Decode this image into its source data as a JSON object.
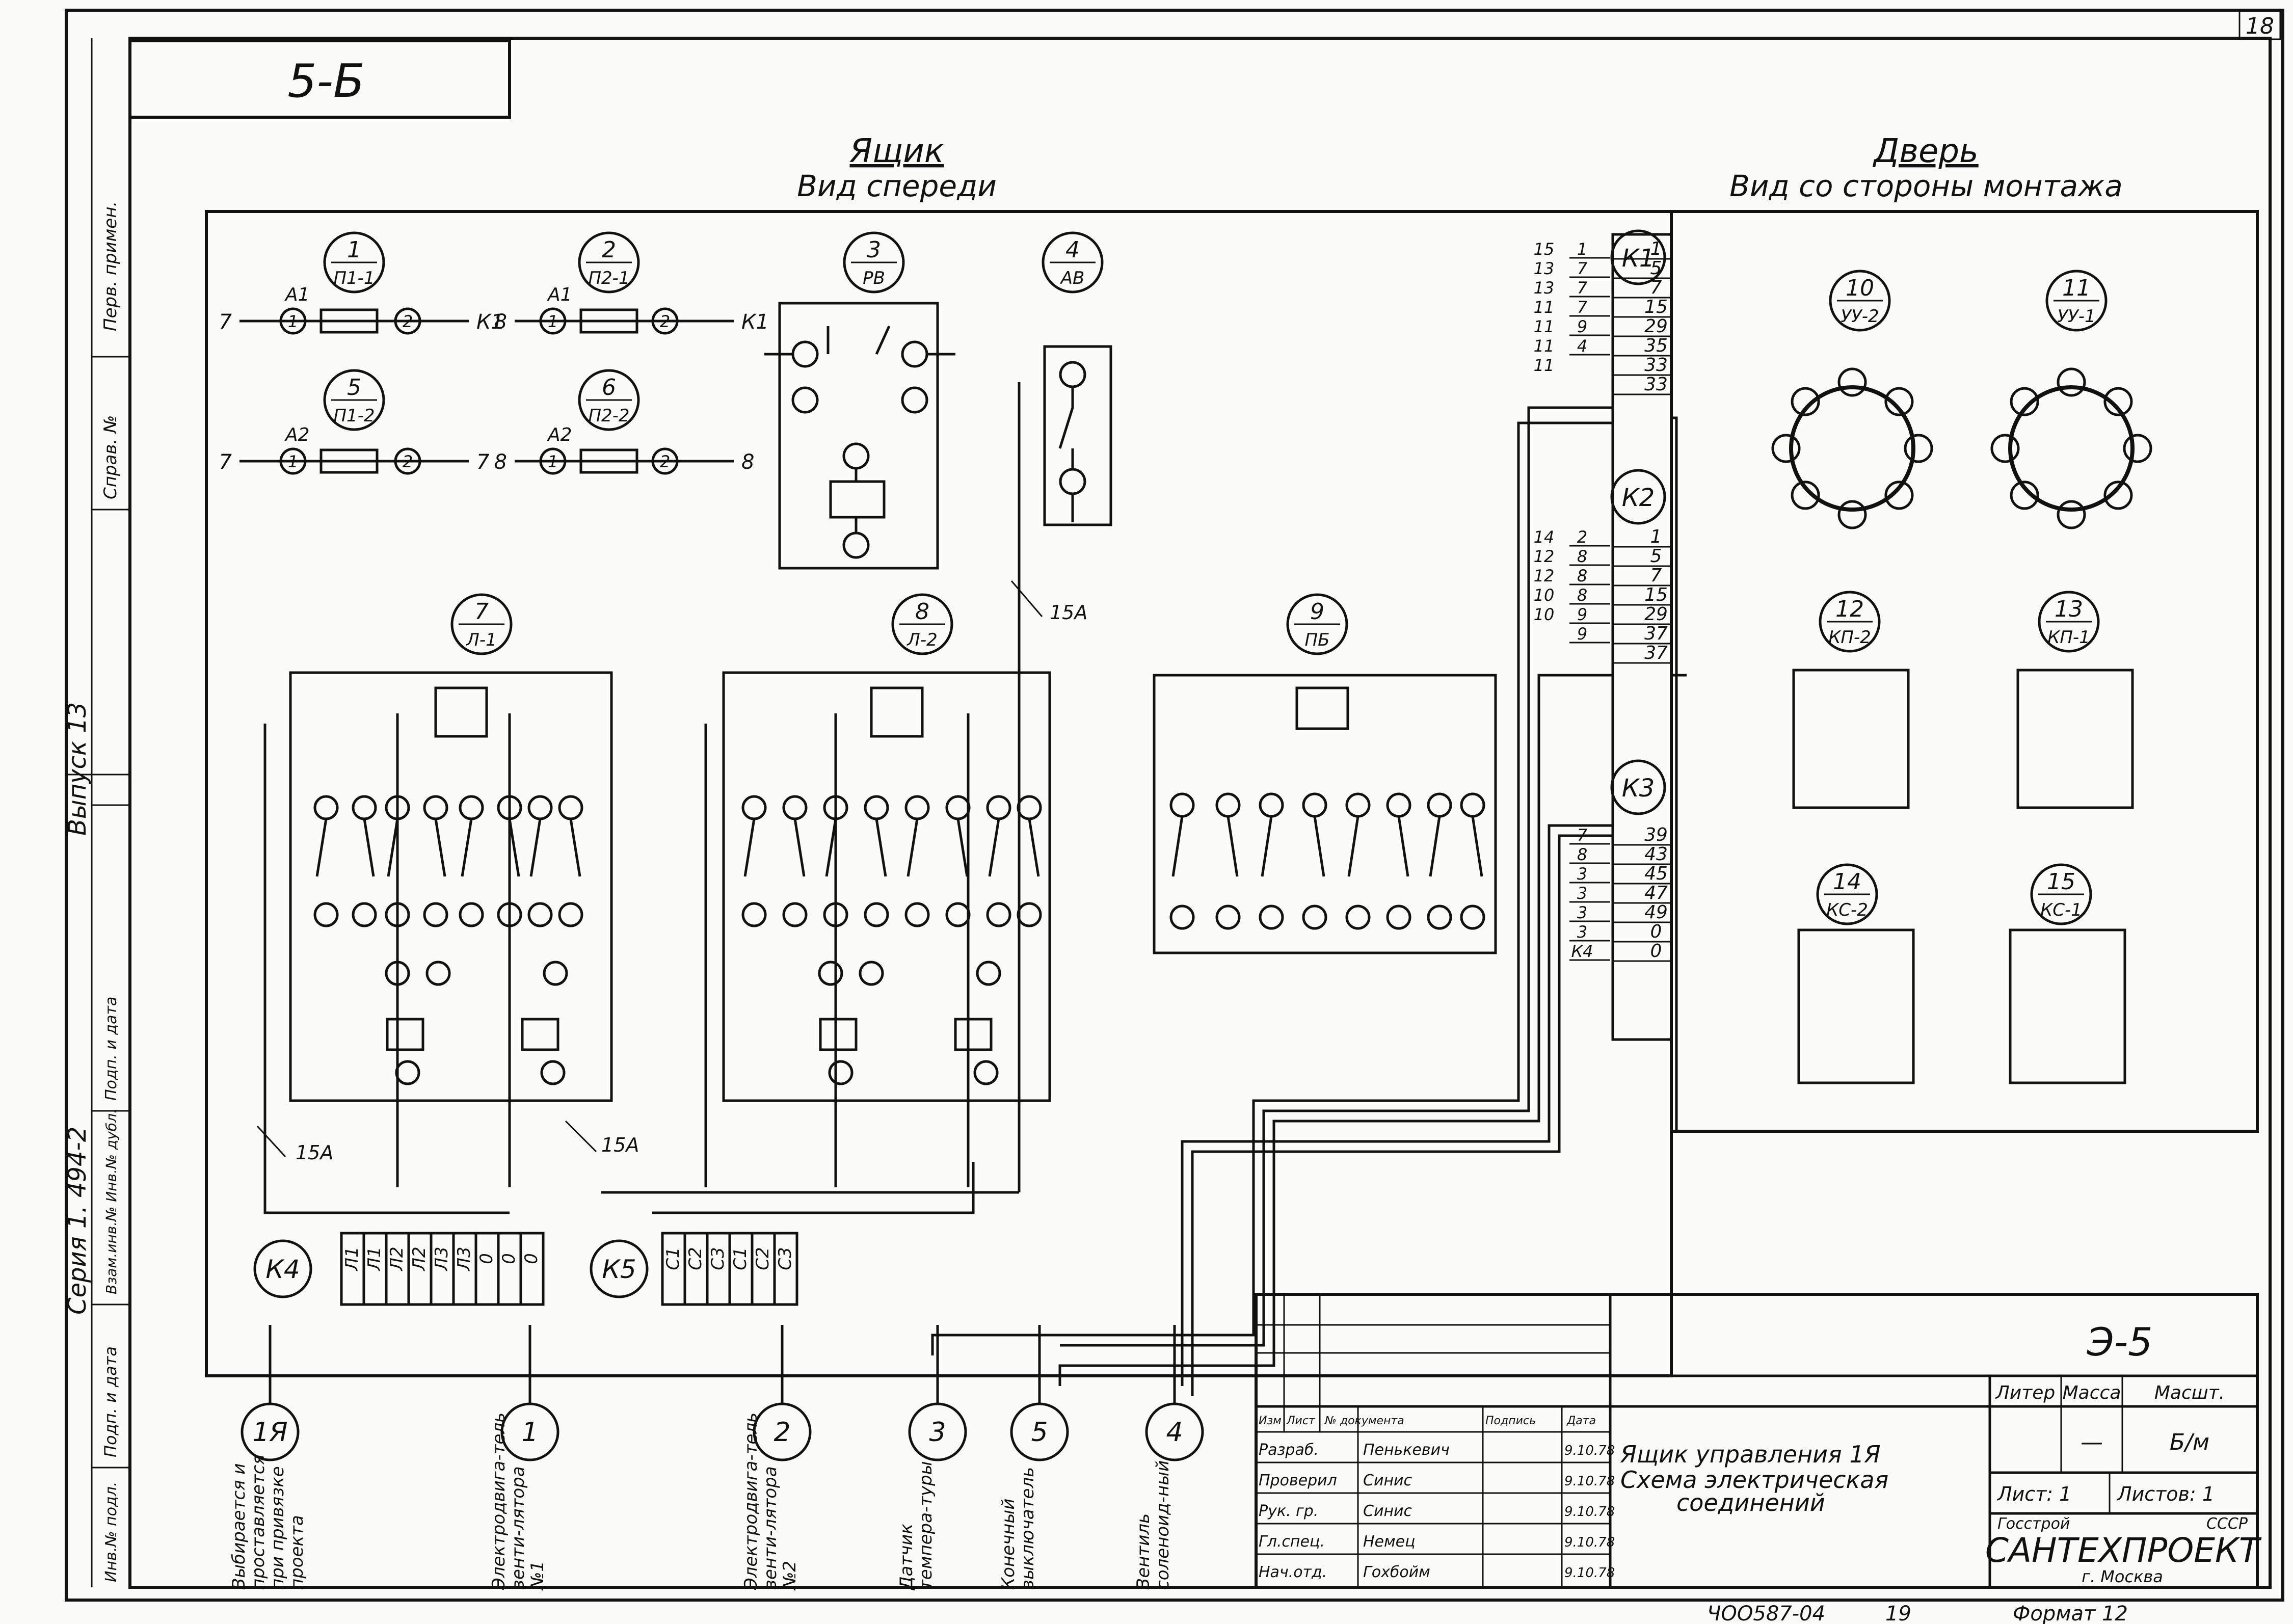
{
  "sheet": {
    "corner_number": "18",
    "stamp_code": "5-Б",
    "issue": "Выпуск 13",
    "series": "Серия 1. 494-2",
    "bottom_code": "ЧОО587-04",
    "bottom_sheet": "19",
    "format": "Формат 12"
  },
  "left_strip": {
    "cells": [
      "Перв. примен.",
      "Справ. №",
      "Подп. и дата",
      "Взам.инв.№ Инв.№ дубл.",
      "Подп. и дата",
      "Инв.№ подл."
    ]
  },
  "box_view": {
    "title": "Ящик",
    "subtitle": "Вид спереди"
  },
  "door_view": {
    "title": "Дверь",
    "subtitle": "Вид со стороны монтажа"
  },
  "devices": [
    {
      "num": "1",
      "code": "П1-1"
    },
    {
      "num": "2",
      "code": "П2-1"
    },
    {
      "num": "3",
      "code": "РВ"
    },
    {
      "num": "4",
      "code": "АВ"
    },
    {
      "num": "5",
      "code": "П1-2"
    },
    {
      "num": "6",
      "code": "П2-2"
    },
    {
      "num": "7",
      "code": "Л-1"
    },
    {
      "num": "8",
      "code": "Л-2"
    },
    {
      "num": "9",
      "code": "ПБ"
    },
    {
      "num": "10",
      "code": "УУ-2"
    },
    {
      "num": "11",
      "code": "УУ-1"
    },
    {
      "num": "12",
      "code": "КП-2"
    },
    {
      "num": "13",
      "code": "КП-1"
    },
    {
      "num": "14",
      "code": "КС-2"
    },
    {
      "num": "15",
      "code": "КС-1"
    }
  ],
  "fuse_labels": {
    "f1": [
      "7",
      "А1",
      "1",
      "1",
      "2",
      "К1"
    ],
    "f2": [
      "8",
      "А1",
      "1",
      "1",
      "2",
      "К1"
    ],
    "f5": [
      "7",
      "А2",
      "1",
      "2",
      "2",
      "7"
    ],
    "f6": [
      "8",
      "А2",
      "1",
      "2",
      "2",
      "8"
    ]
  },
  "terminals": {
    "K1": {
      "label": "К1",
      "rows": [
        {
          "wire": "15",
          "mark": "1",
          "num": "1"
        },
        {
          "wire": "13",
          "mark": "7",
          "num": "5"
        },
        {
          "wire": "13",
          "mark": "7",
          "num": "7"
        },
        {
          "wire": "11",
          "mark": "7",
          "num": "15"
        },
        {
          "wire": "11",
          "mark": "9",
          "num": "29"
        },
        {
          "wire": "11",
          "mark": "4",
          "num": "35"
        },
        {
          "wire": "11",
          "mark": "",
          "num": "33"
        },
        {
          "wire": "",
          "mark": "",
          "num": "33"
        }
      ]
    },
    "K2": {
      "label": "К2",
      "rows": [
        {
          "wire": "14",
          "mark": "2",
          "num": "1"
        },
        {
          "wire": "12",
          "mark": "8",
          "num": "5"
        },
        {
          "wire": "12",
          "mark": "8",
          "num": "7"
        },
        {
          "wire": "10",
          "mark": "8",
          "num": "15"
        },
        {
          "wire": "10",
          "mark": "9",
          "num": "29"
        },
        {
          "wire": "",
          "mark": "9",
          "num": "37"
        },
        {
          "wire": "",
          "mark": "",
          "num": "37"
        }
      ]
    },
    "K3": {
      "label": "К3",
      "rows": [
        {
          "wire": "",
          "mark": "7",
          "num": "39"
        },
        {
          "wire": "",
          "mark": "8",
          "num": "43"
        },
        {
          "wire": "",
          "mark": "3",
          "num": "45"
        },
        {
          "wire": "",
          "mark": "3",
          "num": "47"
        },
        {
          "wire": "",
          "mark": "3",
          "num": "49"
        },
        {
          "wire": "",
          "mark": "3",
          "num": "0"
        },
        {
          "wire": "",
          "mark": "К4",
          "num": "0"
        }
      ]
    },
    "K4": {
      "label": "К4",
      "cells": [
        "Л1",
        "Л1",
        "Л2",
        "Л2",
        "Л3",
        "Л3",
        "0",
        "0",
        "0"
      ]
    },
    "K5": {
      "label": "К5",
      "cells": [
        "С1",
        "С2",
        "С3",
        "С1",
        "С2",
        "С3"
      ]
    }
  },
  "wire_marks": {
    "w15a": "15А"
  },
  "external": [
    {
      "num": "1Я",
      "caption": "Выбирается и проставляется при привязке проекта"
    },
    {
      "num": "1",
      "caption": "Электродвига-тель венти-лятора №1"
    },
    {
      "num": "2",
      "caption": "Электродвига-тель венти-лятора №2"
    },
    {
      "num": "3",
      "caption": "Датчик темпера-туры"
    },
    {
      "num": "5",
      "caption": "Конечный выключатель"
    },
    {
      "num": "4",
      "caption": "Вентиль соленоид-ный"
    }
  ],
  "title_block": {
    "doc_code": "Э-5",
    "title_lines": [
      "Ящик управления 1Я",
      "Схема электрическая",
      "соединений"
    ],
    "col_heads": [
      "Изм",
      "Лист",
      "№ документа",
      "Подпись",
      "Дата"
    ],
    "rows": [
      {
        "role": "Разраб.",
        "name": "Пенькевич",
        "date": "9.10.78"
      },
      {
        "role": "Проверил",
        "name": "Синис",
        "date": "9.10.78"
      },
      {
        "role": "Рук. гр.",
        "name": "Синис",
        "date": "9.10.78"
      },
      {
        "role": "Гл.спец.",
        "name": "Немец",
        "date": "9.10.78"
      },
      {
        "role": "Нач.отд.",
        "name": "Гохбойм",
        "date": "9.10.78"
      }
    ],
    "litera_head": "Литер",
    "mass_head": "Масса",
    "scale_head": "Масшт.",
    "mass_value": "—",
    "scale_value": "Б/м",
    "sheet_label": "Лист: 1",
    "sheets_label": "Листов: 1",
    "org_top": "Госстрой",
    "org_country": "СССР",
    "org_name": "САНТЕХПРОЕКТ",
    "org_city": "г. Москва"
  }
}
